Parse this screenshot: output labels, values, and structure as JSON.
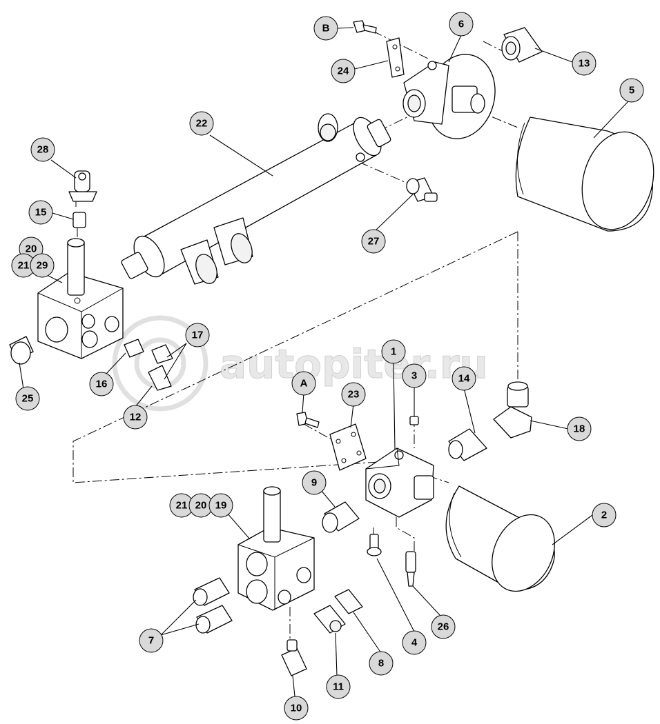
{
  "watermark": {
    "text": "autopiter.ru"
  },
  "callouts": [
    {
      "id": "B",
      "label": "B"
    },
    {
      "id": "6",
      "label": "6"
    },
    {
      "id": "13",
      "label": "13"
    },
    {
      "id": "24",
      "label": "24"
    },
    {
      "id": "5",
      "label": "5"
    },
    {
      "id": "22",
      "label": "22"
    },
    {
      "id": "28",
      "label": "28"
    },
    {
      "id": "15",
      "label": "15"
    },
    {
      "id": "27",
      "label": "27"
    },
    {
      "id": "20a",
      "label": "20"
    },
    {
      "id": "21a",
      "label": "21"
    },
    {
      "id": "29",
      "label": "29"
    },
    {
      "id": "17",
      "label": "17"
    },
    {
      "id": "16",
      "label": "16"
    },
    {
      "id": "25",
      "label": "25"
    },
    {
      "id": "12",
      "label": "12"
    },
    {
      "id": "1",
      "label": "1"
    },
    {
      "id": "3",
      "label": "3"
    },
    {
      "id": "14",
      "label": "14"
    },
    {
      "id": "A",
      "label": "A"
    },
    {
      "id": "23",
      "label": "23"
    },
    {
      "id": "18",
      "label": "18"
    },
    {
      "id": "9",
      "label": "9"
    },
    {
      "id": "21b",
      "label": "21"
    },
    {
      "id": "20b",
      "label": "20"
    },
    {
      "id": "19",
      "label": "19"
    },
    {
      "id": "2",
      "label": "2"
    },
    {
      "id": "7",
      "label": "7"
    },
    {
      "id": "4",
      "label": "4"
    },
    {
      "id": "26",
      "label": "26"
    },
    {
      "id": "8",
      "label": "8"
    },
    {
      "id": "11",
      "label": "11"
    },
    {
      "id": "10",
      "label": "10"
    }
  ]
}
